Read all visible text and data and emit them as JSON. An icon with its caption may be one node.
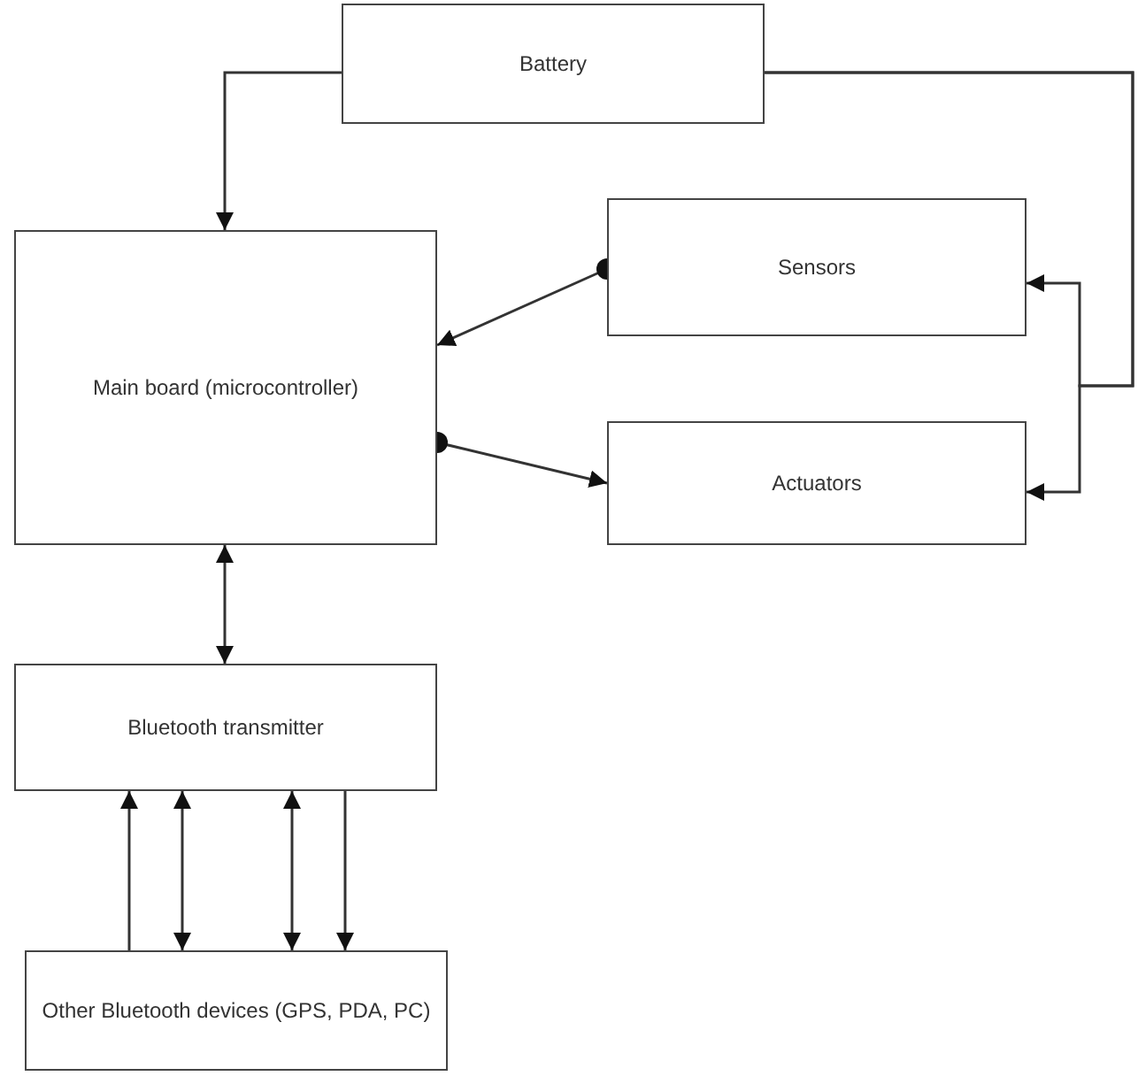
{
  "diagram": {
    "nodes": [
      {
        "text": [
          "Battery"
        ]
      },
      {
        "text": [
          "Main board (microcontroller)"
        ]
      },
      {
        "text": [
          "Sensors"
        ]
      },
      {
        "text": [
          "Actuators"
        ]
      },
      {
        "text": [
          "Bluetooth transmitter"
        ]
      },
      {
        "text": [
          "Other Bluetooth devices (GPS, PDA, PC)"
        ]
      }
    ],
    "edges": [
      {
        "from": 0,
        "to": 1,
        "arrow": "to"
      },
      {
        "from": 0,
        "to": 2,
        "arrow": "to"
      },
      {
        "from": 0,
        "to": 3,
        "arrow": "to"
      },
      {
        "from": 2,
        "to": 1,
        "arrow": "to"
      },
      {
        "from": 1,
        "to": 3,
        "arrow": "to"
      },
      {
        "from": 1,
        "to": 4,
        "arrow": "both"
      },
      {
        "from": 5,
        "to": 4,
        "arrow": "to"
      },
      {
        "from": 4,
        "to": 5,
        "arrow": "both"
      },
      {
        "from": 4,
        "to": 5,
        "arrow": "both"
      },
      {
        "from": 4,
        "to": 5,
        "arrow": "to"
      }
    ]
  }
}
